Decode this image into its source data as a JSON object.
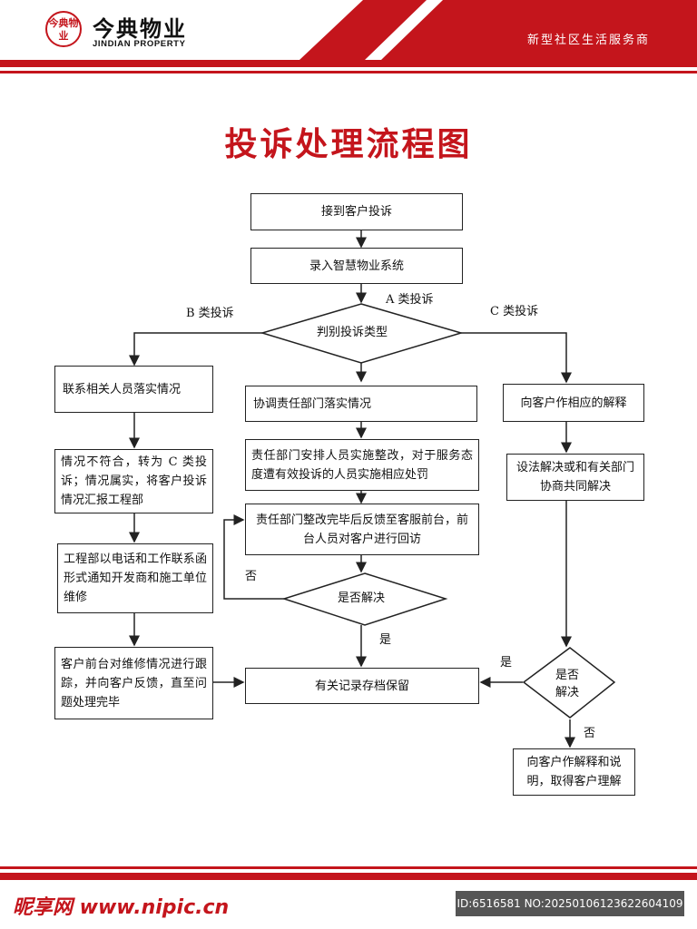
{
  "header": {
    "logo_mark": "今典物业",
    "logo_cn": "今典物业",
    "logo_en": "JINDIAN PROPERTY",
    "slogan": "新型社区生活服务商",
    "brand_color": "#c4151c"
  },
  "title": "投诉处理流程图",
  "flow": {
    "receive": "接到客户投诉",
    "record": "录入智慧物业系统",
    "judge": "判别投诉类型",
    "branch_a": "A 类投诉",
    "branch_b": "B 类投诉",
    "branch_c": "C 类投诉",
    "a1": "协调责任部门落实情况",
    "a2": "责任部门安排人员实施整改，对于服务态度遭有效投诉的人员实施相应处罚",
    "a3": "责任部门整改完毕后反馈至客服前台，前台人员对客户进行回访",
    "a_decision": "是否解决",
    "a_no": "否",
    "a_yes": "是",
    "b1": "联系相关人员落实情况",
    "b2": "情况不符合，转为 C 类投诉；情况属实，将客户投诉情况汇报工程部",
    "b3": "工程部以电话和工作联系函形式通知开发商和施工单位维修",
    "b4": "客户前台对维修情况进行跟踪，并向客户反馈，直至问题处理完毕",
    "c1": "向客户作相应的解释",
    "c2": "设法解决或和有关部门协商共同解决",
    "c_decision_1": "是否",
    "c_decision_2": "解决",
    "c_yes": "是",
    "c_no": "否",
    "c3": "向客户作解释和说明，取得客户理解",
    "archive": "有关记录存档保留"
  },
  "footer": {
    "logo": "昵享网 www.nipic.cn",
    "id": "ID:6516581 NO:20250106123622604109"
  }
}
